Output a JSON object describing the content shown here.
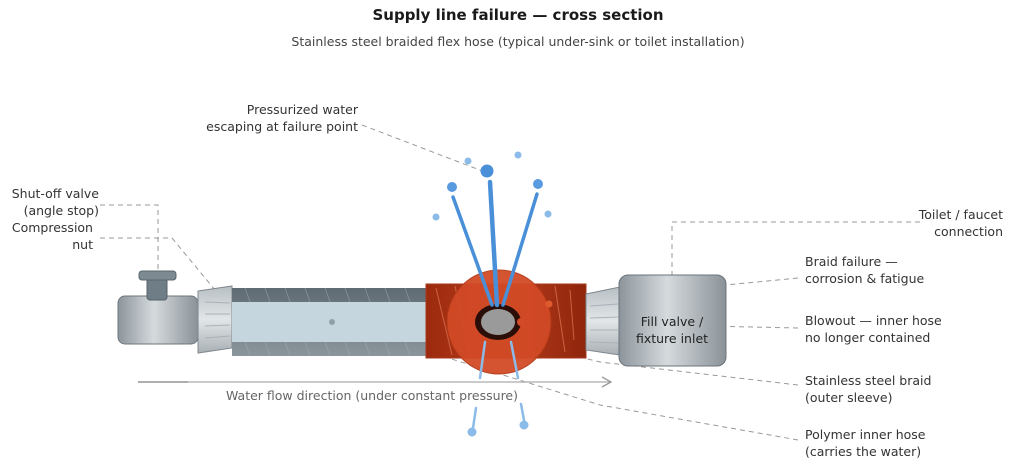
{
  "header": {
    "title": "Supply line failure — cross section",
    "subtitle": "Stainless steel braided flex hose (typical under-sink or toilet installation)"
  },
  "labels": {
    "escaping_water": [
      "Pressurized water",
      "escaping at failure point"
    ],
    "shutoff_valve": [
      "Shut-off valve",
      "(angle stop)"
    ],
    "compression_nut": [
      "Compression",
      "nut"
    ],
    "toilet_connection": [
      "Toilet / faucet",
      "connection"
    ],
    "braid_failure": [
      "Braid failure —",
      "corrosion & fatigue"
    ],
    "blowout": [
      "Blowout — inner hose",
      "no longer contained"
    ],
    "braid": [
      "Stainless steel braid",
      "(outer sleeve)"
    ],
    "inner_hose": [
      "Polymer inner hose",
      "(carries the water)"
    ],
    "fill_valve": [
      "Fill valve /",
      "fixture inlet"
    ],
    "flow_direction": "Water flow direction (under constant pressure)"
  },
  "colors": {
    "water": "#4a90d9",
    "water_light": "#8bbbe8",
    "failure_red": "#b83a1c",
    "failure_circle": "#d24a26",
    "steel": "#9aa3aa",
    "inner_hose": "#c8d8e0"
  }
}
